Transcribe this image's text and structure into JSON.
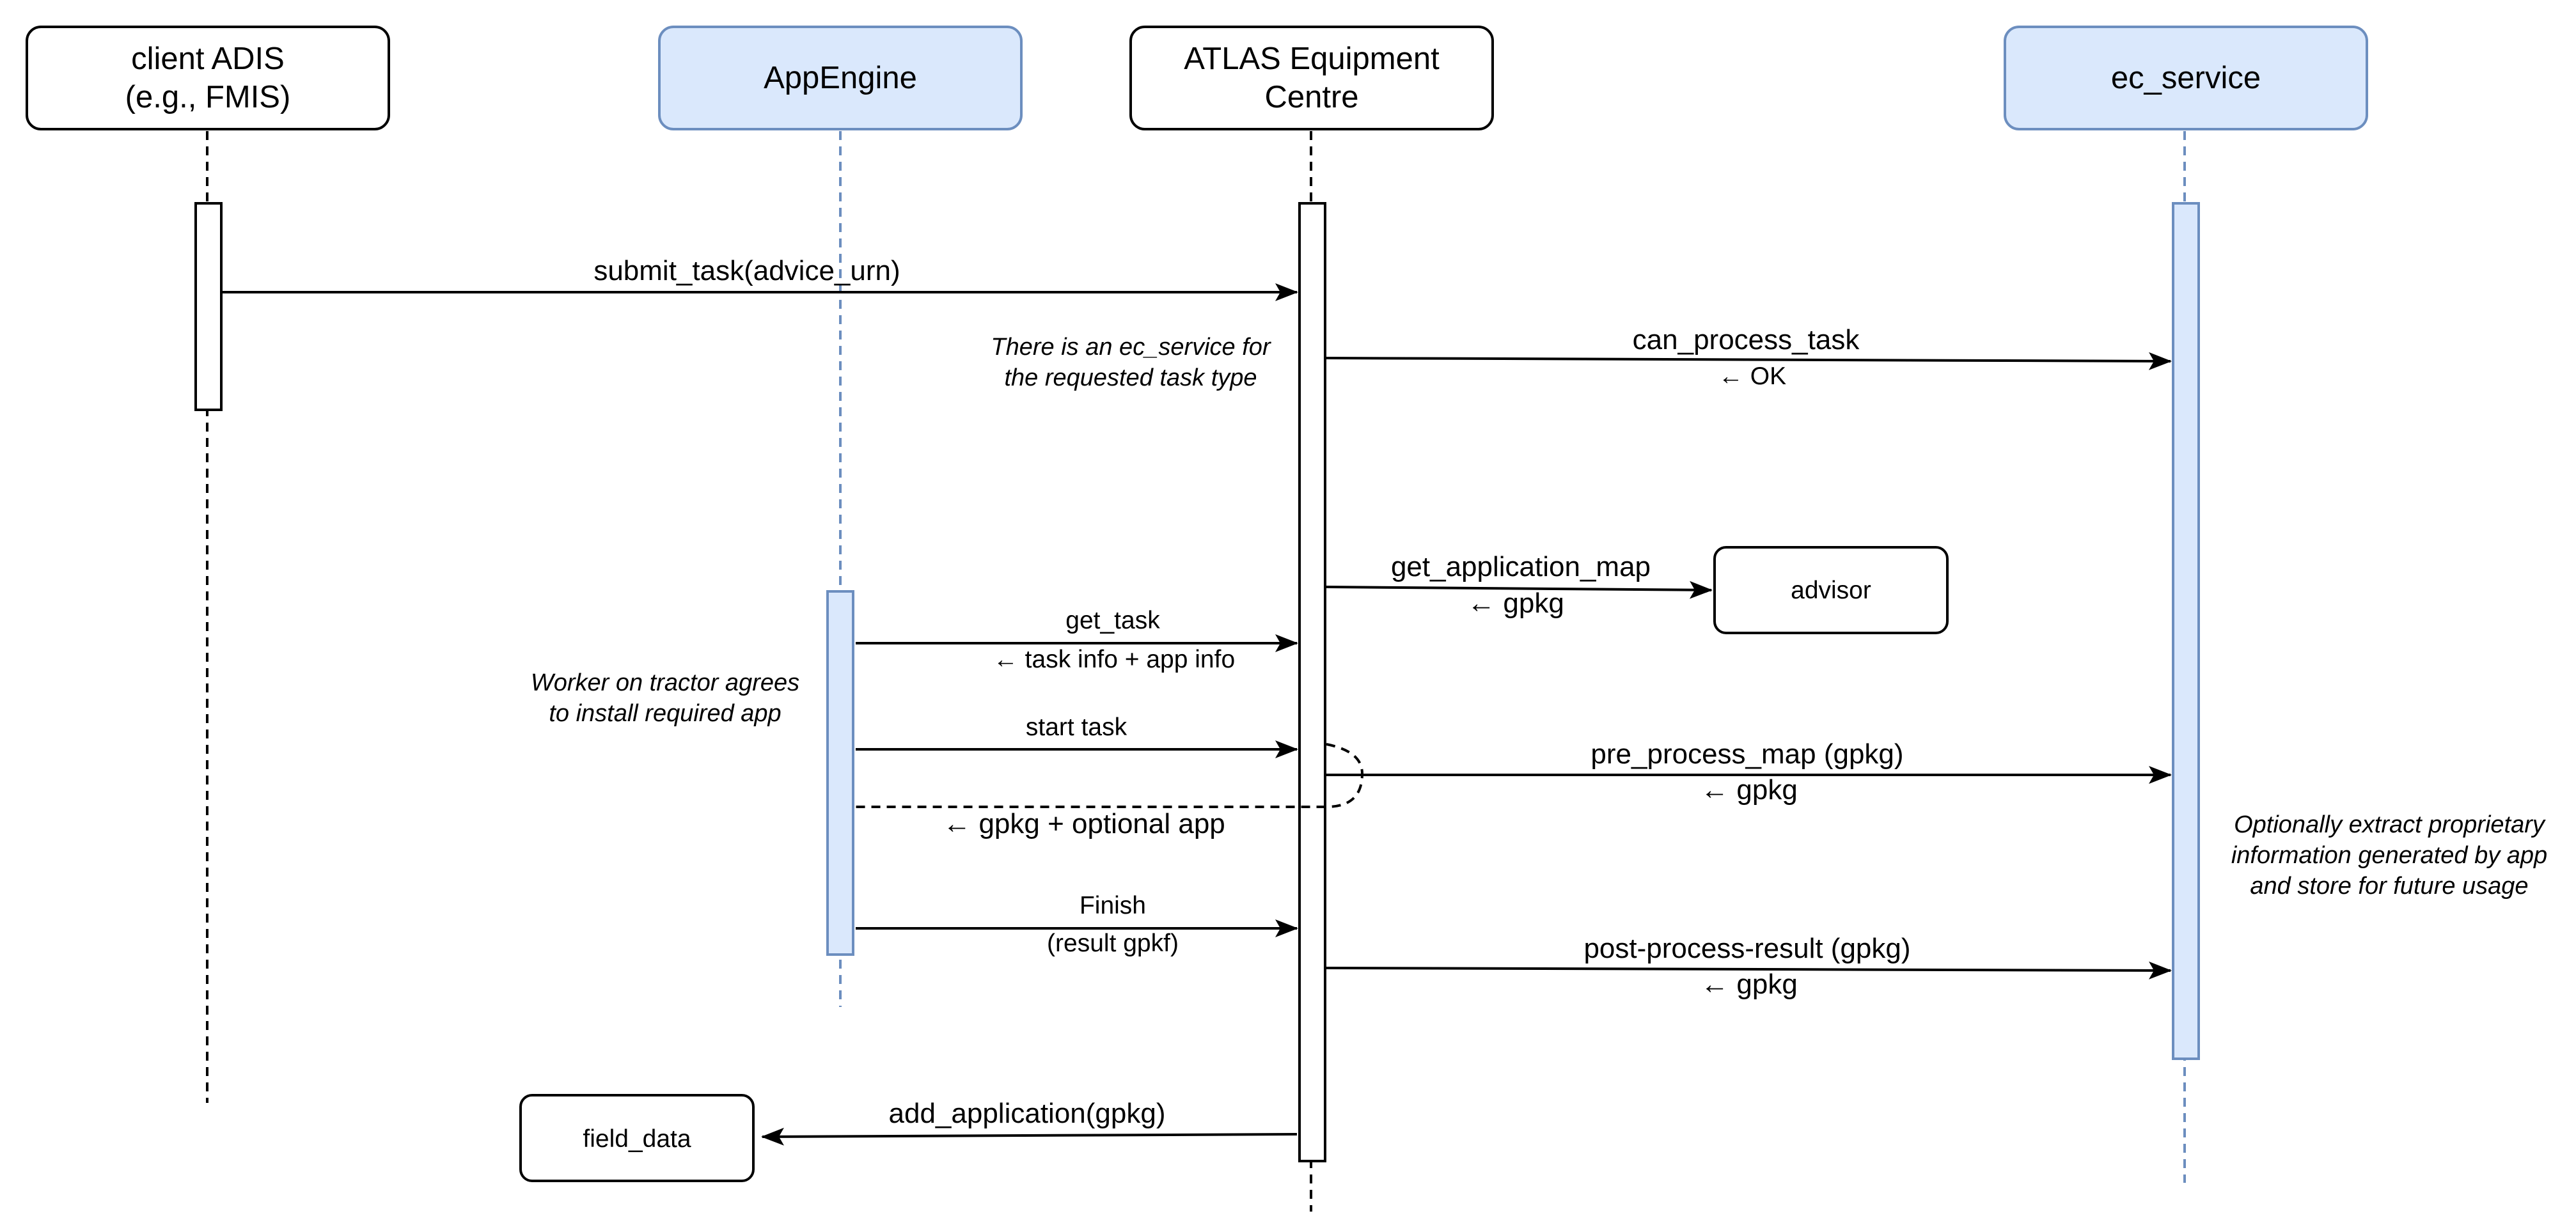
{
  "colors": {
    "actor_fill_plain": "#ffffff",
    "actor_fill_blue": "#dae8fc",
    "actor_stroke_blue": "#6c8ebf",
    "line": "#000000"
  },
  "actors": [
    {
      "id": "client",
      "title_lines": [
        "client ADIS",
        "(e.g., FMIS)"
      ]
    },
    {
      "id": "appengine",
      "title_lines": [
        "AppEngine"
      ]
    },
    {
      "id": "atlas",
      "title_lines": [
        "ATLAS Equipment",
        "Centre"
      ]
    },
    {
      "id": "ec_service",
      "title_lines": [
        "ec_service"
      ]
    }
  ],
  "boxes": {
    "advisor": "advisor",
    "field_data": "field_data"
  },
  "messages": {
    "submit_task": "submit_task(advice_urn)",
    "can_process_task": "can_process_task",
    "can_process_reply": "← OK",
    "get_application_map": "get_application_map",
    "get_application_map_reply": "←  gpkg",
    "get_task": "get_task",
    "get_task_reply": "← task info + app info",
    "start_task": "start task",
    "return_gpkg_app": "←  gpkg + optional app",
    "pre_process_map": "pre_process_map (gpkg)",
    "pre_process_reply": "←  gpkg",
    "finish": "Finish",
    "finish_sub": "(result gpkf)",
    "post_process_result": "post-process-result (gpkg)",
    "post_process_reply": "←  gpkg",
    "add_application": "add_application(gpkg)"
  },
  "notes": {
    "ec_service_available": [
      "There is an ec_service for",
      "the requested task type"
    ],
    "worker_agrees": [
      "Worker on tractor agrees",
      "to install required app"
    ],
    "optional_extract": [
      "Optionally extract proprietary",
      "information generated by app",
      "and store for future usage"
    ]
  }
}
